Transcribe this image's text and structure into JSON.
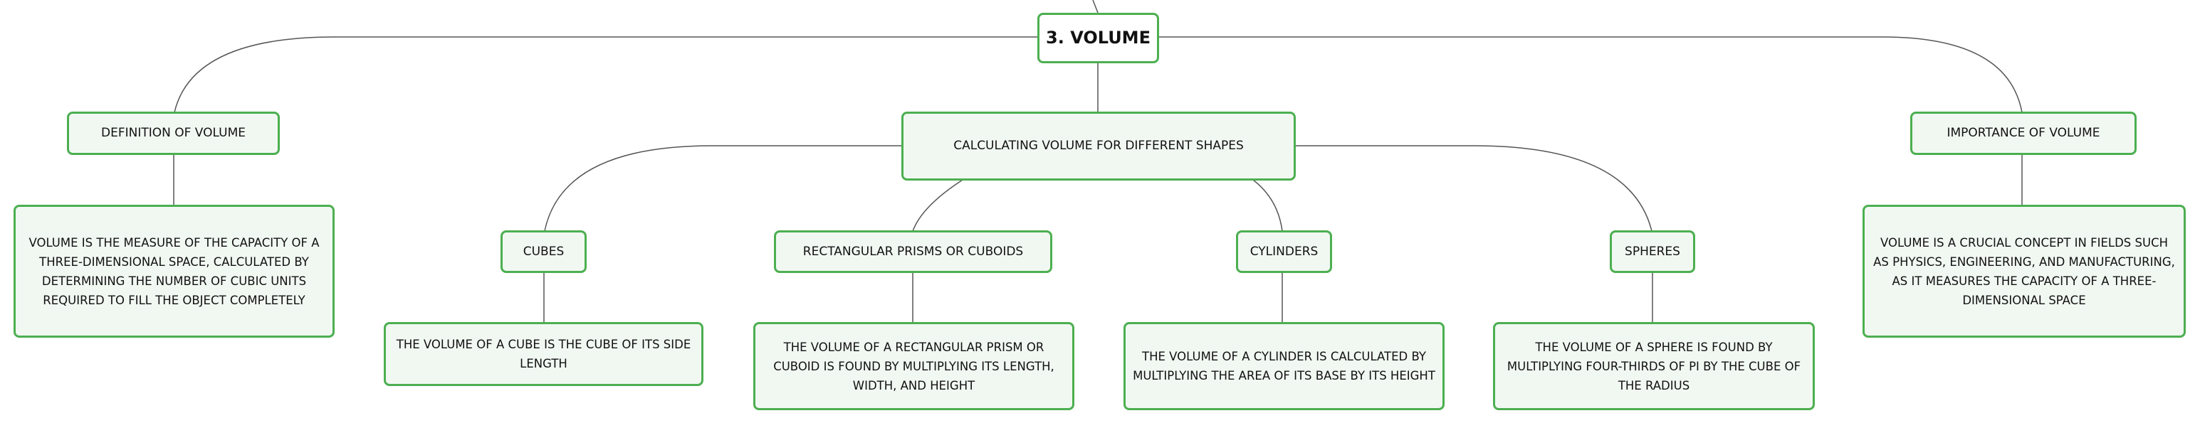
{
  "root": {
    "label": "3. VOLUME"
  },
  "definition": {
    "label": "DEFINITION OF VOLUME",
    "text": "VOLUME IS THE MEASURE OF THE CAPACITY OF A THREE-DIMENSIONAL SPACE, CALCULATED BY DETERMINING THE NUMBER OF CUBIC UNITS REQUIRED TO FILL THE OBJECT COMPLETELY"
  },
  "calculating": {
    "label": "CALCULATING VOLUME FOR DIFFERENT SHAPES",
    "shapes": [
      {
        "label": "CUBES",
        "text": "THE VOLUME OF A CUBE IS THE CUBE OF ITS SIDE LENGTH"
      },
      {
        "label": "RECTANGULAR PRISMS OR CUBOIDS",
        "text": "THE VOLUME OF A RECTANGULAR PRISM OR CUBOID IS FOUND BY MULTIPLYING ITS LENGTH, WIDTH, AND HEIGHT"
      },
      {
        "label": "CYLINDERS",
        "text": "THE VOLUME OF A CYLINDER IS CALCULATED BY MULTIPLYING THE AREA OF ITS BASE BY ITS HEIGHT"
      },
      {
        "label": "SPHERES",
        "text": "THE VOLUME OF A SPHERE IS FOUND BY MULTIPLYING FOUR-THIRDS OF PI BY THE CUBE OF THE RADIUS"
      }
    ]
  },
  "importance": {
    "label": "IMPORTANCE OF VOLUME",
    "text": "VOLUME IS A CRUCIAL CONCEPT IN FIELDS SUCH AS PHYSICS, ENGINEERING, AND MANUFACTURING, AS IT MEASURES THE CAPACITY OF A THREE-DIMENSIONAL SPACE"
  },
  "colors": {
    "node_border": "#4caf50",
    "node_fill": "#f1f8f2",
    "connector": "#555555"
  }
}
